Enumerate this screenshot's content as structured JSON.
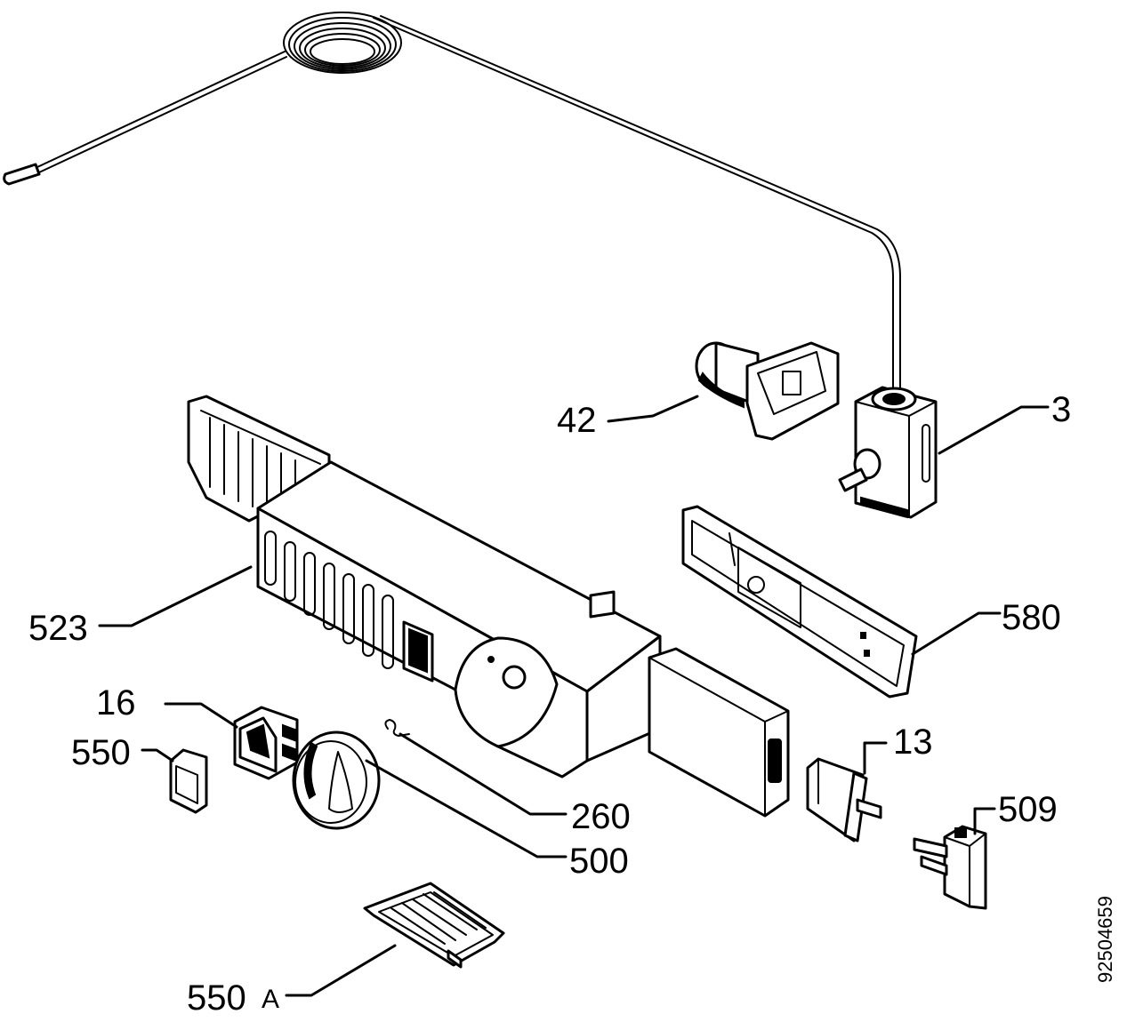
{
  "labels": {
    "p3": "3",
    "p13": "13",
    "p16": "16",
    "p42": "42",
    "p260": "260",
    "p500": "500",
    "p509": "509",
    "p523": "523",
    "p550": "550",
    "p550a_num": "550",
    "p550a_suffix": "A",
    "p580": "580"
  },
  "drawing_number": "92504659"
}
